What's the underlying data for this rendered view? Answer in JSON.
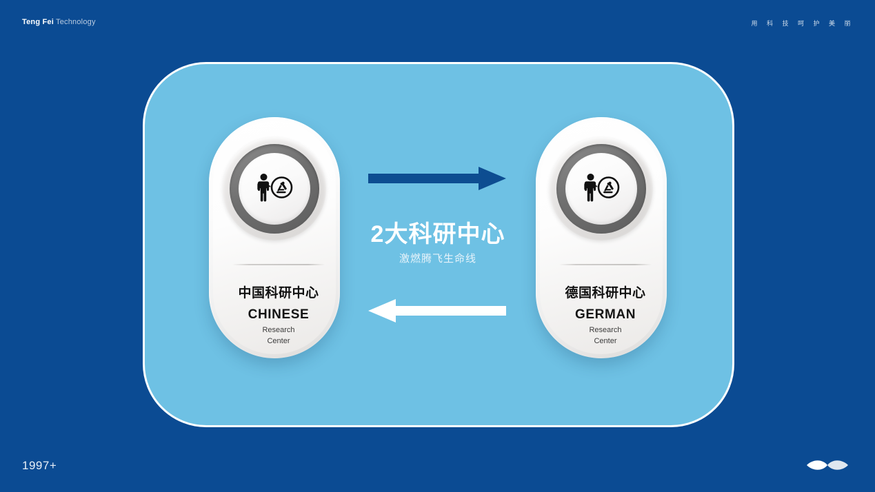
{
  "header": {
    "brand_strong": "Teng Fei",
    "brand_light": "Technology",
    "tagline": "用 科 技 呵 护 美 丽"
  },
  "footer": {
    "year": "1997+",
    "wing_icon": "wing-mark-icon"
  },
  "center": {
    "title": "2大科研中心",
    "subtitle": "激燃腾飞生命线",
    "arrow_right_icon": "arrow-right-icon",
    "arrow_left_icon": "arrow-left-icon"
  },
  "cards": [
    {
      "id": "chinese",
      "icon": "scientist-microscope-icon",
      "name_cn": "中国科研中心",
      "name_en": "CHINESE",
      "sub_en_line1": "Research",
      "sub_en_line2": "Center"
    },
    {
      "id": "german",
      "icon": "scientist-microscope-icon",
      "name_cn": "德国科研中心",
      "name_en": "GERMAN",
      "sub_en_line1": "Research",
      "sub_en_line2": "Center"
    }
  ],
  "colors": {
    "background": "#0b4b93",
    "panel": "#6ec1e4",
    "arrow_right": "#0d4d91",
    "arrow_left": "#ffffff",
    "card_surface": "#f4f3f2",
    "emblem_ring": "#6f6f6f"
  }
}
